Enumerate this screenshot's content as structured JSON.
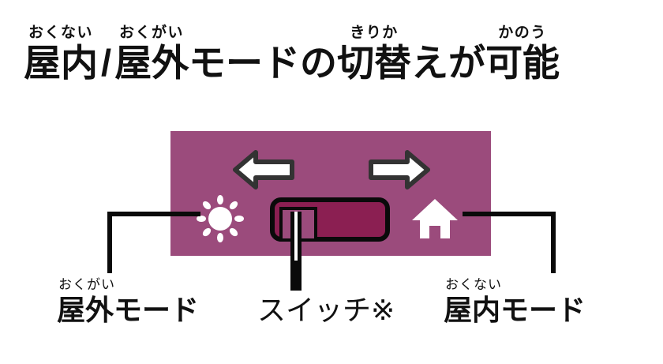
{
  "title": {
    "segments": [
      {
        "ruby": "おくない",
        "base": "屋内"
      },
      {
        "ruby": "",
        "base": "/"
      },
      {
        "ruby": "おくがい",
        "base": "屋外"
      },
      {
        "ruby": "",
        "base": "モードの"
      },
      {
        "ruby": "きりか",
        "base": "切替"
      },
      {
        "ruby": "",
        "base": "えが"
      },
      {
        "ruby": "かのう",
        "base": "可能"
      }
    ],
    "full_text": "屋内 / 屋外モードの切替えが可能"
  },
  "panel": {
    "background_color": "#9B4B7C",
    "arrow_left": "left-arrow-icon",
    "arrow_right": "right-arrow-icon",
    "sun": "sun-icon",
    "house": "house-icon",
    "toggle": {
      "track_color": "#8B1F52",
      "knob_color": "#9B4B7C",
      "outline_color": "#0a0a0a",
      "knob_position": "left"
    }
  },
  "captions": {
    "outdoor": {
      "ruby": "おくがい",
      "base": "屋外モード"
    },
    "switch": {
      "ruby": "",
      "base": "スイッチ※"
    },
    "indoor": {
      "ruby": "おくない",
      "base": "屋内モード"
    }
  }
}
